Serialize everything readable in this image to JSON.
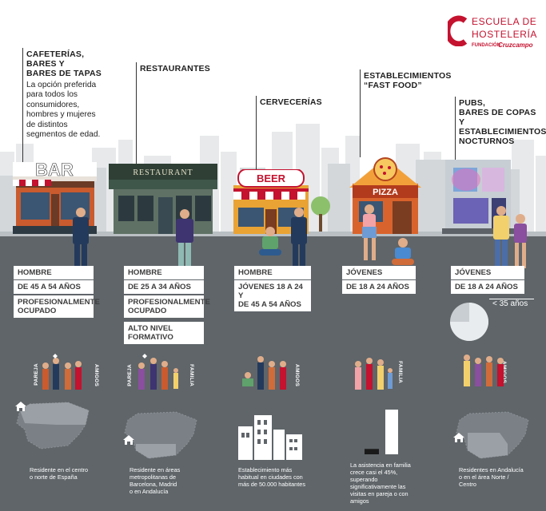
{
  "logo": {
    "line1": "ESCUELA DE",
    "line2": "HOSTELERÍA",
    "sub": "FUNDACIÓN",
    "brand": "Cruzcampo",
    "brand_color": "#c4122f"
  },
  "colors": {
    "ground": "#5f6569",
    "accent": "#c4122f",
    "skyline": "#e6e8ea"
  },
  "categories": [
    {
      "title": "CAFETERÍAS,\nBARES Y\nBARES DE TAPAS",
      "desc": "La opción preferida\npara todos los\nconsumidores,\nhombres y mujeres\nde distintos\nsegmentos de edad."
    },
    {
      "title": "RESTAURANTES"
    },
    {
      "title": "CERVECERÍAS"
    },
    {
      "title": "ESTABLECIMIENTOS\n“FAST FOOD”"
    },
    {
      "title": "PUBS,\nBARES DE COPAS\nY ESTABLECIMIENTOS\nNOCTURNOS"
    }
  ],
  "signs": {
    "bar": "BAR",
    "restaurant": "RESTAURANT",
    "beer": "BEER",
    "pizza": "PIZZA"
  },
  "profiles": [
    {
      "tags": [
        "HOMBRE",
        "DE 45 A 54 AÑOS",
        "PROFESIONALMENTE\nOCUPADO"
      ]
    },
    {
      "tags": [
        "HOMBRE",
        "DE 25 A 34 AÑOS",
        "PROFESIONALMENTE\nOCUPADO",
        "ALTO NIVEL\nFORMATIVO"
      ]
    },
    {
      "tags": [
        "HOMBRE",
        "JÓVENES 18 A 24 Y\nDE 45 A 54 AÑOS"
      ]
    },
    {
      "tags": [
        "JÓVENES",
        "DE 18 A 24 AÑOS"
      ]
    },
    {
      "tags": [
        "JÓVENES",
        "DE 18 A 24 AÑOS"
      ]
    }
  ],
  "pie": {
    "label": "< 35 años",
    "share_percent": 75
  },
  "companions": [
    {
      "left": "PAREJA",
      "right": "AMIGOS"
    },
    {
      "left": "PAREJA",
      "right": "FAMILIA"
    },
    {
      "left": "",
      "right": "AMIGOS"
    },
    {
      "left": "",
      "right": "FAMILIA"
    },
    {
      "left": "",
      "right": "AMIGOS"
    }
  ],
  "notes": [
    "Residente en el centro\no norte de España",
    "Residente en áreas\nmetropolitanas de\nBarcelona, Madrid\no en Andalucía",
    "Establecimiento más\nhabitual en ciudades con\nmás de 50.000 habitantes",
    "La asistencia en familia\ncrece casi el 45%,\nsuperando\nsignificativamente las\nvisitas en pareja o con\namigos",
    "Residentes en Andalucía\no en el área Norte /\nCentro"
  ],
  "family_bars": {
    "before": 12,
    "after": 100
  }
}
